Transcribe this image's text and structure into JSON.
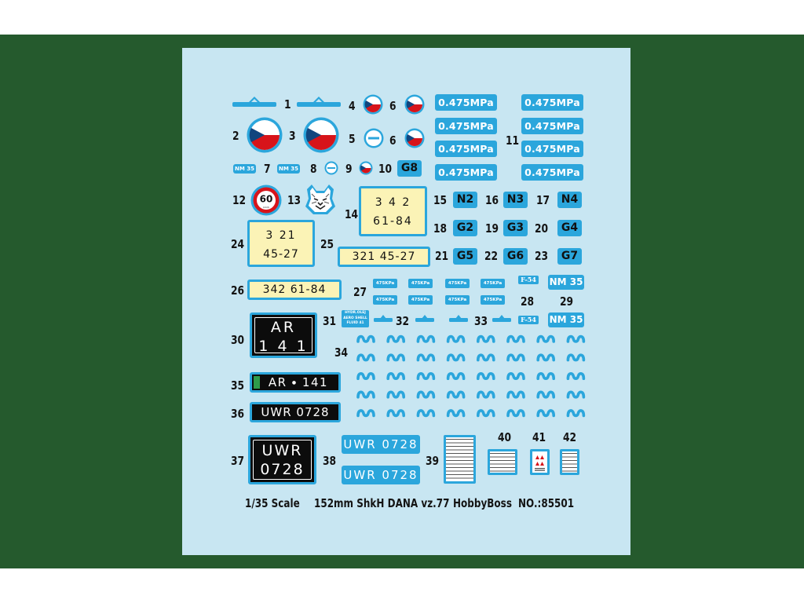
{
  "pressure": {
    "mpa": "0.475MPa",
    "kpa": "475KPa"
  },
  "numbers": {
    "n1": "1",
    "n2": "2",
    "n3": "3",
    "n4": "4",
    "n5": "5",
    "n6": "6",
    "n6b": "6",
    "n7": "7",
    "n8": "8",
    "n9": "9",
    "n10": "10",
    "n11": "11",
    "n12": "12",
    "n13": "13",
    "n14": "14",
    "n15": "15",
    "n16": "16",
    "n17": "17",
    "n18": "18",
    "n19": "19",
    "n20": "20",
    "n21": "21",
    "n22": "22",
    "n23": "23",
    "n24": "24",
    "n25": "25",
    "n26": "26",
    "n27": "27",
    "n28": "28",
    "n29": "29",
    "n30": "30",
    "n31": "31",
    "n32": "32",
    "n33": "33",
    "n34": "34",
    "n35": "35",
    "n36": "36",
    "n37": "37",
    "n38": "38",
    "n39": "39",
    "n40": "40",
    "n41": "41",
    "n42": "42"
  },
  "tags": {
    "g8": "G8",
    "n2": "N2",
    "n3": "N3",
    "n4": "N4",
    "g2": "G2",
    "g3": "G3",
    "g4": "G4",
    "g5": "G5",
    "g6": "G6",
    "g7": "G7"
  },
  "small": {
    "nm35": "NM 35",
    "speed": "60",
    "speed_sub": "km/h",
    "f54": "F-54",
    "hydr1": "HYDR.OLEJ",
    "hydr2": "AERO SHELL",
    "hydr3": "FLUID 41"
  },
  "plates": {
    "y14_l1": "3 4 2",
    "y14_l2": "61-84",
    "y24_l1": "3 21",
    "y24_l2": "45-27",
    "y25": "321 45-27",
    "y26": "342  61-84",
    "b30_l1": "AR",
    "b30_l2": "1 4 1",
    "b35_a": "AR",
    "b35_b": "141",
    "b36": "UWR 0728",
    "b37_l1": "UWR",
    "b37_l2": "0728",
    "w38": "UWR 0728"
  },
  "footer": {
    "scale": "1/35  Scale",
    "model": "152mm ShkH DANA vz.77",
    "brand": "HobbyBoss",
    "part": "NO.:85501"
  },
  "colors": {
    "background": "#255a2d",
    "sheet": "#c8e6f2",
    "accent": "#2ba6dc",
    "plate_yellow": "#fbf3b6",
    "roundel_red": "#d7141a",
    "roundel_blue": "#11457e"
  }
}
